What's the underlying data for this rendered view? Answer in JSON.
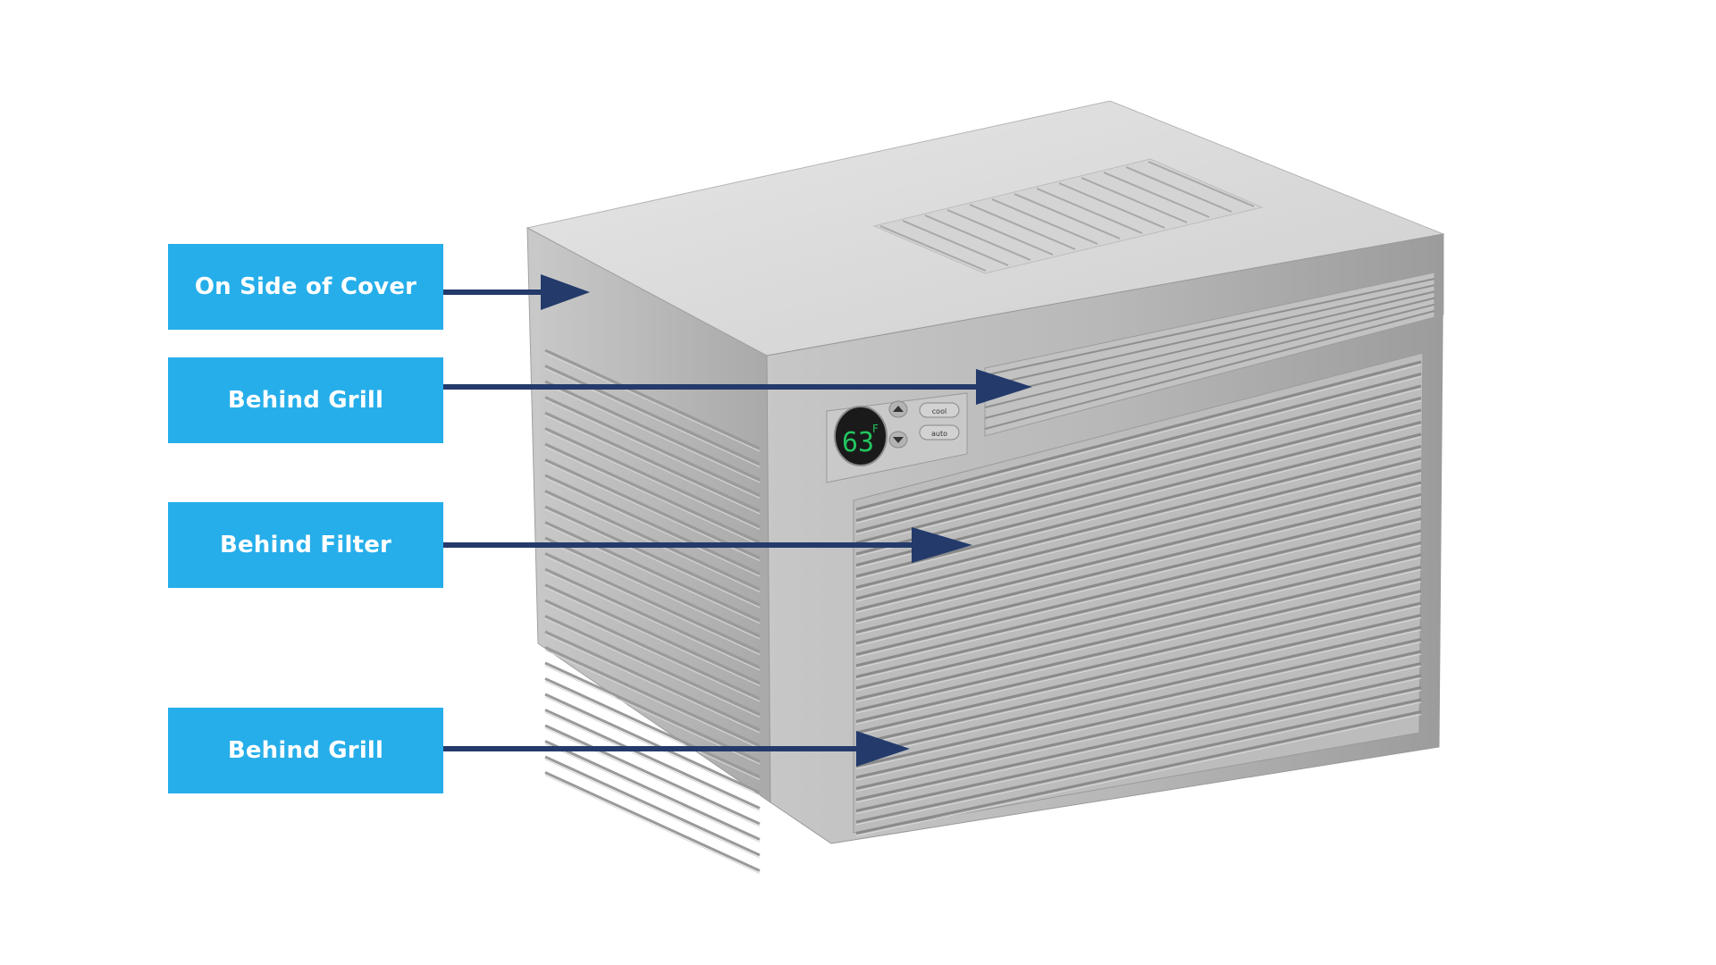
{
  "labels": [
    {
      "text": "On Side of Cover"
    },
    {
      "text": "Behind Grill"
    },
    {
      "text": "Behind Filter"
    },
    {
      "text": "Behind Grill"
    }
  ],
  "display": {
    "temperature": "63",
    "unit": "F",
    "button_top": "cool",
    "button_bottom": "auto"
  },
  "colors": {
    "label_fill": "#26aeea",
    "label_text": "#ffffff",
    "arrow": "#233a6b",
    "unit_body": "#bfbfbf",
    "display_digits": "#22c55e"
  },
  "icons": {
    "up": "chevron-up-icon",
    "down": "chevron-down-icon"
  }
}
